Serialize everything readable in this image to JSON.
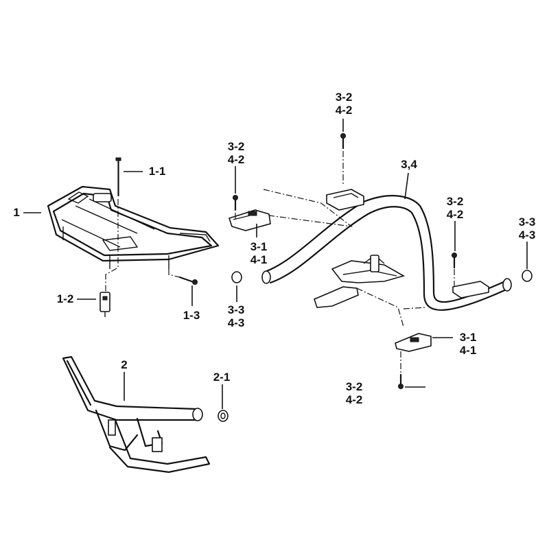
{
  "callouts": {
    "part_1": "1",
    "part_1_1": "1-1",
    "part_1_2": "1-2",
    "part_1_3": "1-3",
    "part_2": "2",
    "part_2_1": "2-1",
    "part_3_4": "3,4",
    "mount_left_bolt": [
      "3-2",
      "4-2"
    ],
    "mount_left_bracket": [
      "3-1",
      "4-1"
    ],
    "mount_left_nut": [
      "3-3",
      "4-3"
    ],
    "mount_top_bolt": [
      "3-2",
      "4-2"
    ],
    "mount_right_bolt": [
      "3-2",
      "4-2"
    ],
    "mount_far_nut": [
      "3-3",
      "4-3"
    ],
    "mount_right_bracket": [
      "3-1",
      "4-1"
    ],
    "mount_bottom_bolt": [
      "3-2",
      "4-2"
    ]
  }
}
